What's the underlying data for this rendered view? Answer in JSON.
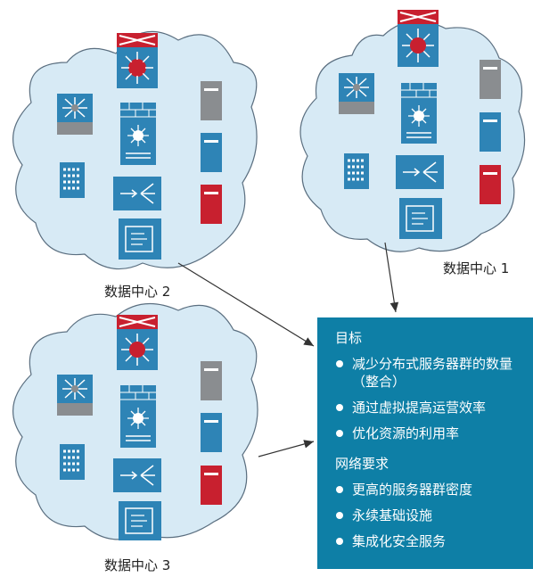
{
  "datacenters": [
    {
      "label": "数据中心 1"
    },
    {
      "label": "数据中心 2"
    },
    {
      "label": "数据中心 3"
    }
  ],
  "goals": {
    "title": "目标",
    "items": [
      "减少分布式服务器群的数量（整合）",
      "通过虚拟提高运营效率",
      "优化资源的利用率"
    ]
  },
  "requirements": {
    "title": "网络要求",
    "items": [
      "更高的服务器群密度",
      "永续基础设施",
      "集成化安全服务"
    ]
  },
  "icons": [
    "core-switch-icon",
    "l3-switch-icon",
    "firewall-icon",
    "load-balancer-icon",
    "ssl-offload-icon",
    "blade-switch-icon",
    "server-icon"
  ],
  "colors": {
    "cloud_fill": "#d7eaf5",
    "cloud_stroke": "#5b6f80",
    "device_blue": "#2e84b6",
    "device_red": "#c8202f",
    "device_gray": "#8a8d90",
    "box_bg": "#0e7fa6"
  }
}
